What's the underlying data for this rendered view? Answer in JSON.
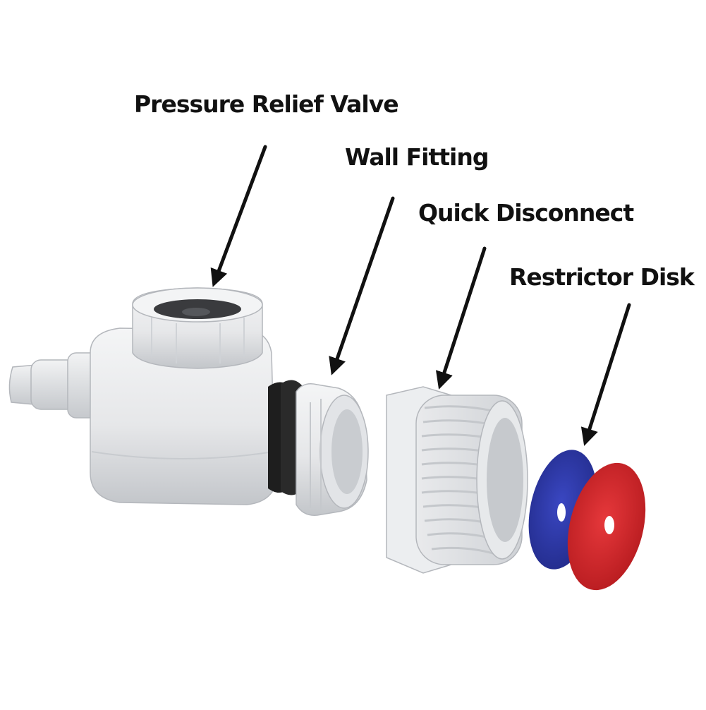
{
  "labels": {
    "pressure_relief_valve": "Pressure Relief Valve",
    "wall_fitting": "Wall Fitting",
    "quick_disconnect": "Quick Disconnect",
    "restrictor_disk": "Restrictor Disk"
  },
  "colors": {
    "background": "#ffffff",
    "label_text": "#111111",
    "arrow": "#111111",
    "plastic_body": "#e9eaec",
    "plastic_shadow": "#b9bcc1",
    "o_ring": "#1e1e1e",
    "valve_cap_dark": "#3a3b3e",
    "disk_blue": "#2f3aa8",
    "disk_red": "#d6272b"
  },
  "icons": {
    "pointer": "arrow-down-icon"
  }
}
